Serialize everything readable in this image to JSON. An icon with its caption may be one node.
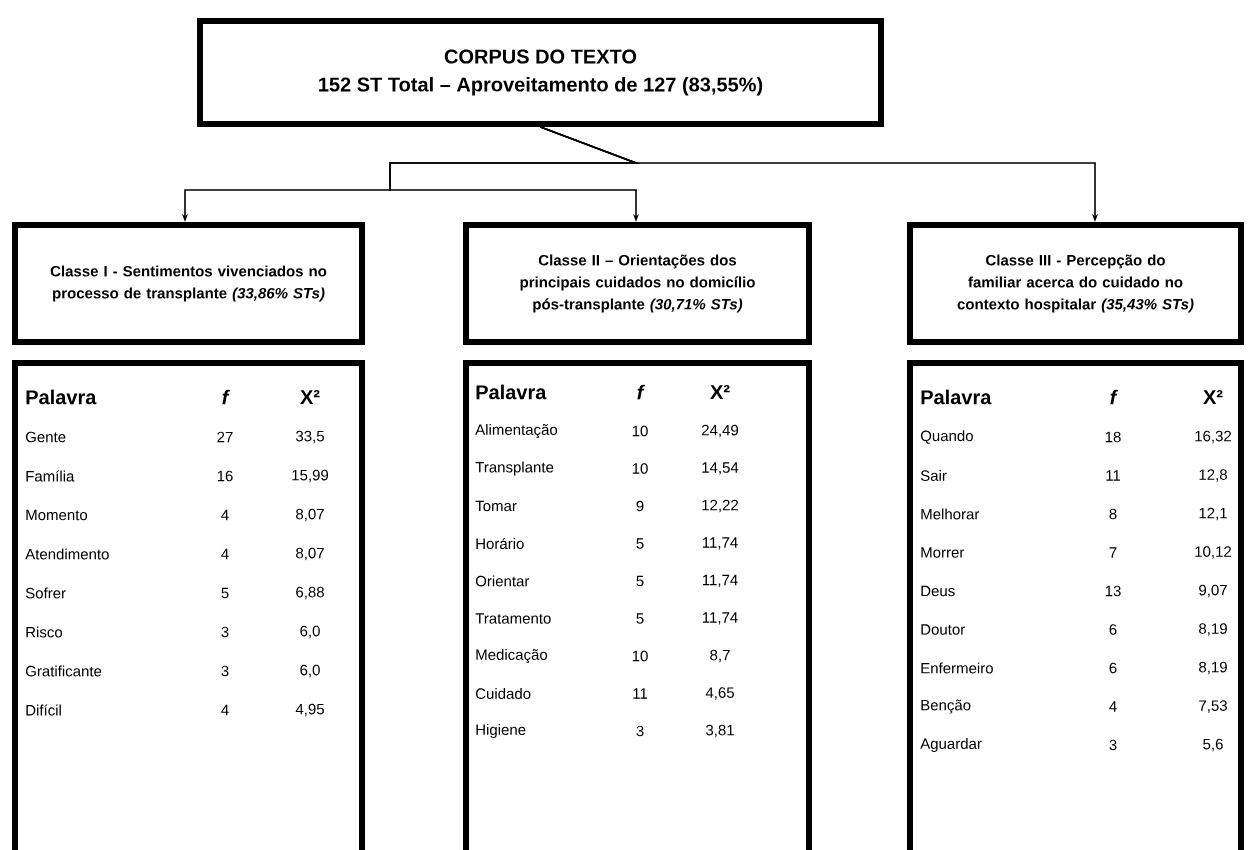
{
  "diagram": {
    "nodes": [
      {
        "text": [
          "CORPUS DO TEXTO",
          "152 ST Total – Aproveitamento de 127 (83,55%)"
        ]
      },
      {
        "text": [
          "Classe I - Sentimentos vivenciados no processo de transplante *(33,86% STs)*"
        ]
      },
      {
        "text": [
          "Palavra",
          "f",
          "X²",
          "Gente",
          "27",
          "33,5",
          "Família",
          "16",
          "15,99",
          "Momento",
          "4",
          "8,07",
          "Atendimento",
          "4",
          "8,07",
          "Sofrer",
          "5",
          "6,88",
          "Risco",
          "3",
          "6,0",
          "Gratificante",
          "3",
          "6,0",
          "Difícil",
          "4",
          "4,95"
        ]
      },
      {
        "text": [
          "Classe II – Orientações dos principais cuidados no domicílio pós-transplante *(30,71% STs)*"
        ]
      },
      {
        "text": [
          "Palavra",
          "f",
          "X²",
          "Alimentação",
          "10",
          "24,49",
          "Transplante",
          "10",
          "14,54",
          "Tomar",
          "9",
          "12,22",
          "Horário",
          "5",
          "11,74",
          "Orientar",
          "5",
          "11,74",
          "Tratamento",
          "5",
          "11,74",
          "Medicação",
          "10",
          "8,7",
          "Cuidado",
          "11",
          "4,65",
          "Higiene",
          "3",
          "3,81"
        ]
      },
      {
        "text": [
          "Classe III - Percepção do familiar acerca do cuidado no contexto hospitalar *(35,43% STs)*"
        ]
      },
      {
        "text": [
          "Palavra",
          "f",
          "X²",
          "Quando",
          "18",
          "16,32",
          "Sair",
          "11",
          "12,8",
          "Melhorar",
          "8",
          "12,1",
          "Morrer",
          "7",
          "10,12",
          "Deus",
          "13",
          "9,07",
          "Doutor",
          "6",
          "8,19",
          "Enfermeiro",
          "6",
          "8,19",
          "Benção",
          "4",
          "7,53",
          "Aguardar",
          "3",
          "5,6"
        ]
      }
    ],
    "edges": [
      {
        "from": 0,
        "to": 1,
        "arrow": "to"
      },
      {
        "from": 0,
        "to": 3,
        "arrow": "to"
      },
      {
        "from": 0,
        "to": 5,
        "arrow": "to"
      }
    ]
  }
}
